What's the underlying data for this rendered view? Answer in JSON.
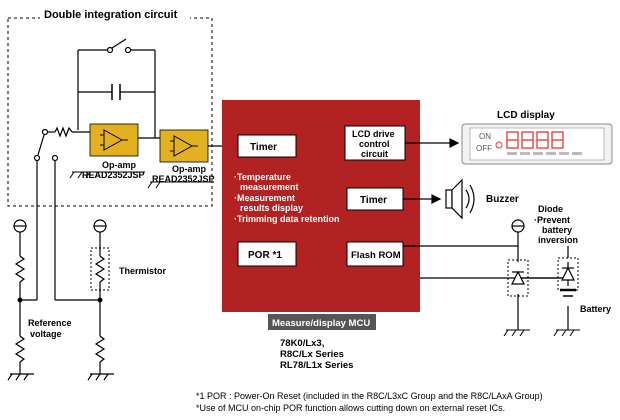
{
  "blocks": {
    "double_integration": "Double integration circuit",
    "opamp1_line1": "Op-amp",
    "opamp1_line2": "READ2352JSP",
    "opamp2_line1": "Op-amp",
    "opamp2_line2": "READ2352JSP",
    "thermistor": "Thermistor",
    "reference_line1": "Reference",
    "reference_line2": "voltage"
  },
  "mcu": {
    "timer1": "Timer",
    "timer2": "Timer",
    "lcd_drive_line1": "LCD drive",
    "lcd_drive_line2": "control",
    "lcd_drive_line3": "circuit",
    "por": "POR *1",
    "flash_rom": "Flash ROM",
    "features": [
      "·Temperature",
      "measurement",
      "·Measurement",
      "results display",
      "·Trimming data retention"
    ],
    "caption": "Measure/display MCU",
    "series": [
      "78K0/Lx3,",
      "R8C/Lx Series",
      "RL78/L1x Series"
    ]
  },
  "peripherals": {
    "lcd_display": "LCD display",
    "lcd_on": "ON",
    "lcd_off": "OFF",
    "buzzer": "Buzzer",
    "diode_title": "Diode",
    "diode_note_line1": "·Prevent",
    "diode_note_line2": "battery",
    "diode_note_line3": "inversion",
    "battery": "Battery"
  },
  "footnotes": {
    "note1": "*1 POR : Power-On Reset (included in the R8C/L3xC Group and the R8C/LAxA Group)",
    "note2": "*Use of MCU on-chip POR function allows cutting down on external reset ICs."
  },
  "colors": {
    "mcu_fill": "#b22222",
    "opamp_fill": "#e3b01f",
    "lcd_digits": "#e53935"
  }
}
